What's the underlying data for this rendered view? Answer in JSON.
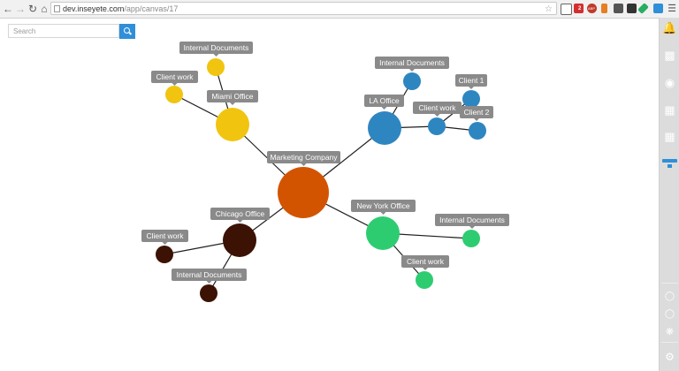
{
  "browser": {
    "url_host": "dev.inseyete.com",
    "url_path": "/app/canvas/17",
    "badge_count": "2",
    "extension_badge": "ABP"
  },
  "search": {
    "placeholder": "Search",
    "button_icon": "search-icon"
  },
  "sidebar": {
    "icons": [
      "bell-icon",
      "bar-chart-icon",
      "map-pin-icon",
      "calendar-icon",
      "grid-icon",
      "filter-icon",
      "circle-icon",
      "circle-icon",
      "settings-cog-icon",
      "gear-icon"
    ]
  },
  "graph": {
    "edge_color": "#1f1f1f",
    "label_bg": "#8a8a8a",
    "nodes": [
      {
        "id": "marketing",
        "label": "Marketing Company",
        "color": "#d35400"
      },
      {
        "id": "miami",
        "label": "Miami Office",
        "color": "#f1c40f"
      },
      {
        "id": "miami-docs",
        "label": "Internal Documents",
        "color": "#f1c40f"
      },
      {
        "id": "miami-client",
        "label": "Client work",
        "color": "#f1c40f"
      },
      {
        "id": "la",
        "label": "LA Office",
        "color": "#2e86c1"
      },
      {
        "id": "la-docs",
        "label": "Internal Documents",
        "color": "#2e86c1"
      },
      {
        "id": "la-client",
        "label": "Client work",
        "color": "#2e86c1"
      },
      {
        "id": "la-client1",
        "label": "Client 1",
        "color": "#2e86c1"
      },
      {
        "id": "la-client2",
        "label": "Client 2",
        "color": "#2e86c1"
      },
      {
        "id": "ny",
        "label": "New York Office",
        "color": "#2ecc71"
      },
      {
        "id": "ny-docs",
        "label": "Internal Documents",
        "color": "#2ecc71"
      },
      {
        "id": "ny-client",
        "label": "Client work",
        "color": "#2ecc71"
      },
      {
        "id": "chicago",
        "label": "Chicago Office",
        "color": "#3b1204"
      },
      {
        "id": "chicago-client",
        "label": "Client work",
        "color": "#3b1204"
      },
      {
        "id": "chicago-docs",
        "label": "Internal Documents",
        "color": "#3b1204"
      }
    ],
    "edges": [
      [
        "marketing",
        "miami"
      ],
      [
        "miami",
        "miami-docs"
      ],
      [
        "miami",
        "miami-client"
      ],
      [
        "marketing",
        "la"
      ],
      [
        "la",
        "la-docs"
      ],
      [
        "la",
        "la-client"
      ],
      [
        "la-client",
        "la-client1"
      ],
      [
        "la-client",
        "la-client2"
      ],
      [
        "marketing",
        "ny"
      ],
      [
        "ny",
        "ny-docs"
      ],
      [
        "ny",
        "ny-client"
      ],
      [
        "marketing",
        "chicago"
      ],
      [
        "chicago",
        "chicago-client"
      ],
      [
        "chicago",
        "chicago-docs"
      ]
    ]
  }
}
